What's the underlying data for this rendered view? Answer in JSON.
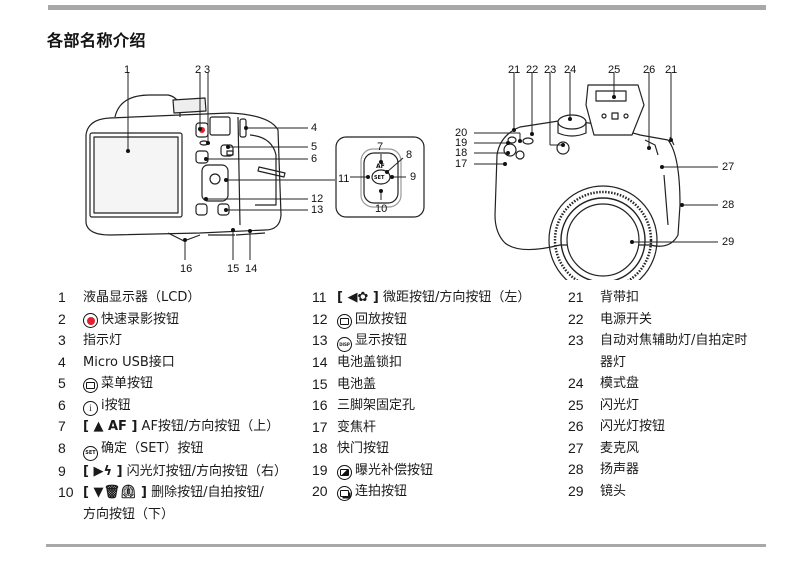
{
  "page": {
    "title": "各部名称介绍"
  },
  "figure": {
    "back_callouts": [
      "1",
      "2",
      "3",
      "4",
      "5",
      "6",
      "11",
      "12",
      "13",
      "16",
      "15",
      "14"
    ],
    "dpad_callouts": [
      "7",
      "8",
      "9",
      "10",
      "11"
    ],
    "front_callouts": [
      "21",
      "22",
      "23",
      "24",
      "25",
      "26",
      "21",
      "20",
      "19",
      "18",
      "17",
      "27",
      "28",
      "29"
    ],
    "dpad_labels": {
      "up": "AF",
      "center": "SET"
    }
  },
  "legend": {
    "col1": [
      {
        "num": "1",
        "text": "液晶显示器（LCD）"
      },
      {
        "num": "2",
        "icon": "record-dot",
        "text": "快速录影按钮"
      },
      {
        "num": "3",
        "text": "指示灯"
      },
      {
        "num": "4",
        "text": "Micro USB接口"
      },
      {
        "num": "5",
        "icon": "menu",
        "text": "菜单按钮"
      },
      {
        "num": "6",
        "icon": "info",
        "icon_text": "i",
        "text": "i按钮"
      },
      {
        "num": "7",
        "bracket": "[ ▲ AF ]",
        "text": "AF按钮/方向按钮（上）"
      },
      {
        "num": "8",
        "icon": "set",
        "icon_text": "SET",
        "text": "确定（SET）按钮"
      },
      {
        "num": "9",
        "bracket": "[ ▶ϟ ]",
        "text": "闪光灯按钮/方向按钮（右）"
      },
      {
        "num": "10",
        "bracket": "[ ▼🗑⏲ ]",
        "text": "删除按钮/自拍按钮/方向按钮（下）"
      }
    ],
    "col2": [
      {
        "num": "11",
        "bracket": "[ ◀✿ ]",
        "text": "微距按钮/方向按钮（左）"
      },
      {
        "num": "12",
        "icon": "playback",
        "text": "回放按钮"
      },
      {
        "num": "13",
        "icon": "disp",
        "icon_text": "DISP",
        "text": "显示按钮"
      },
      {
        "num": "14",
        "text": "电池盖锁扣"
      },
      {
        "num": "15",
        "text": "电池盖"
      },
      {
        "num": "16",
        "text": "三脚架固定孔"
      },
      {
        "num": "17",
        "text": "变焦杆"
      },
      {
        "num": "18",
        "text": "快门按钮"
      },
      {
        "num": "19",
        "icon": "exposure",
        "text": "曝光补偿按钮"
      },
      {
        "num": "20",
        "icon": "burst",
        "text": "连拍按钮"
      }
    ],
    "col3": [
      {
        "num": "21",
        "text": "背带扣"
      },
      {
        "num": "22",
        "text": "电源开关"
      },
      {
        "num": "23",
        "text": "自动对焦辅助灯/自拍定时器灯"
      },
      {
        "num": "24",
        "text": "模式盘"
      },
      {
        "num": "25",
        "text": "闪光灯"
      },
      {
        "num": "26",
        "text": "闪光灯按钮"
      },
      {
        "num": "27",
        "text": "麦克风"
      },
      {
        "num": "28",
        "text": "扬声器"
      },
      {
        "num": "29",
        "text": "镜头"
      }
    ]
  },
  "colors": {
    "rule": "#a8a8a8",
    "record_red": "#e0202e"
  }
}
